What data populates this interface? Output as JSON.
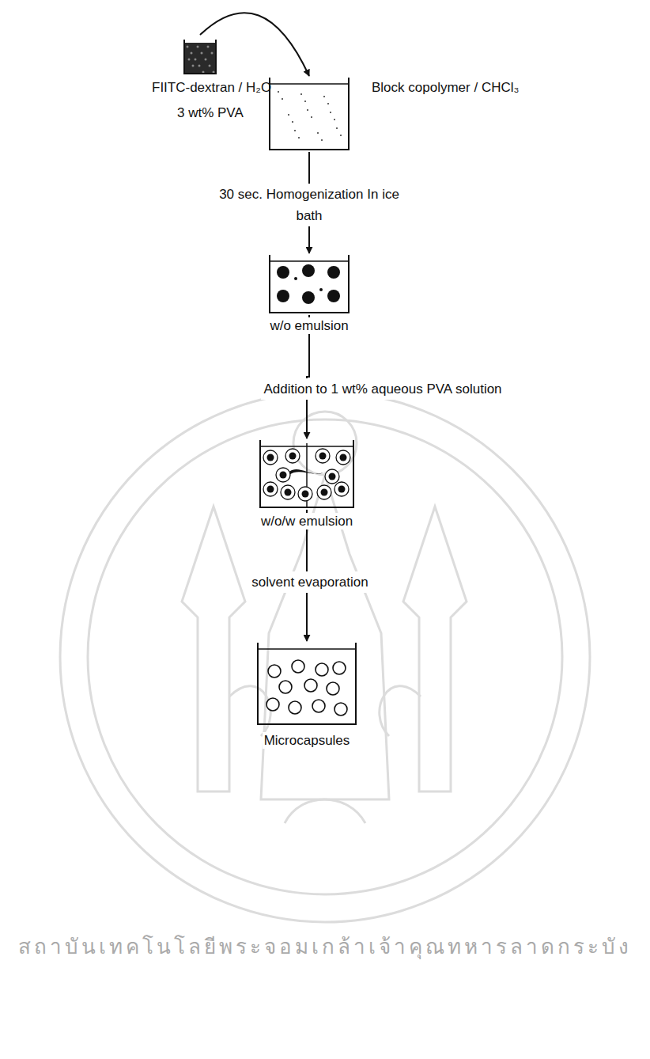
{
  "diagram": {
    "nodes": [
      {
        "text": [
          "FIITC-dextran / H₂O",
          "3 wt% PVA"
        ]
      },
      {
        "text": [
          "Block copolymer / CHCl₃"
        ]
      },
      {
        "text": [
          "w/o emulsion"
        ]
      },
      {
        "text": [
          "w/o/w emulsion"
        ]
      },
      {
        "text": [
          "Microcapsules"
        ]
      }
    ],
    "edges": [
      {
        "from": 0,
        "to": 1,
        "arrow": "to"
      },
      {
        "from": 1,
        "to": 2,
        "label": "30 sec. Homogenization In ice bath",
        "arrow": "to"
      },
      {
        "from": 2,
        "to": 3,
        "label": "Addition to 1 wt% aqueous PVA solution",
        "arrow": "to"
      },
      {
        "from": 3,
        "to": 4,
        "label": "solvent evaporation",
        "arrow": "to"
      }
    ],
    "labels": [
      "สถาบันเทคโนโลยีพระจอมเกล้าเจ้าคุณทหารลาดกระบัง"
    ]
  }
}
